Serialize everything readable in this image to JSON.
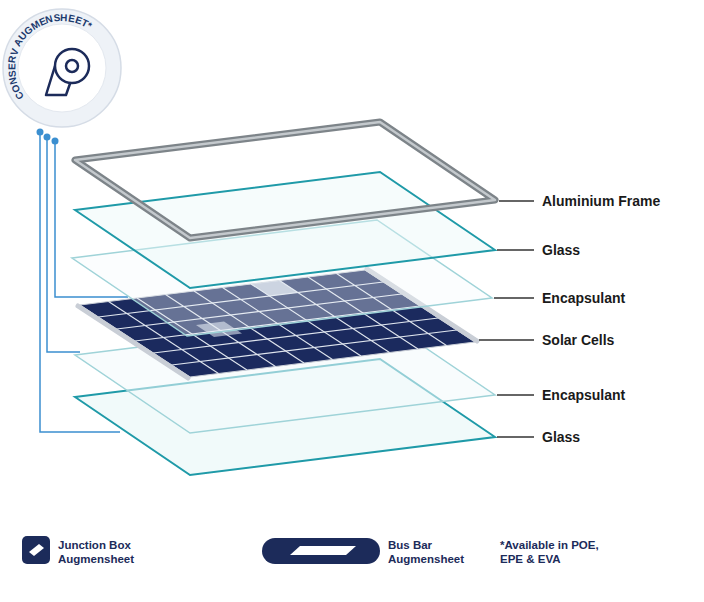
{
  "diagram": {
    "nodes": [
      {
        "text": [
          "CONSERV AUGMENSHEET*"
        ]
      }
    ],
    "labels": [
      "Aluminium Frame",
      "Glass",
      "Encapsulant",
      "Solar Cells",
      "Encapsulant",
      "Glass",
      "*Available in POE, EPE & EVA"
    ],
    "legend": [
      {
        "text": "Junction Box Augmensheet"
      },
      {
        "text": "Bus Bar Augmensheet"
      }
    ]
  }
}
